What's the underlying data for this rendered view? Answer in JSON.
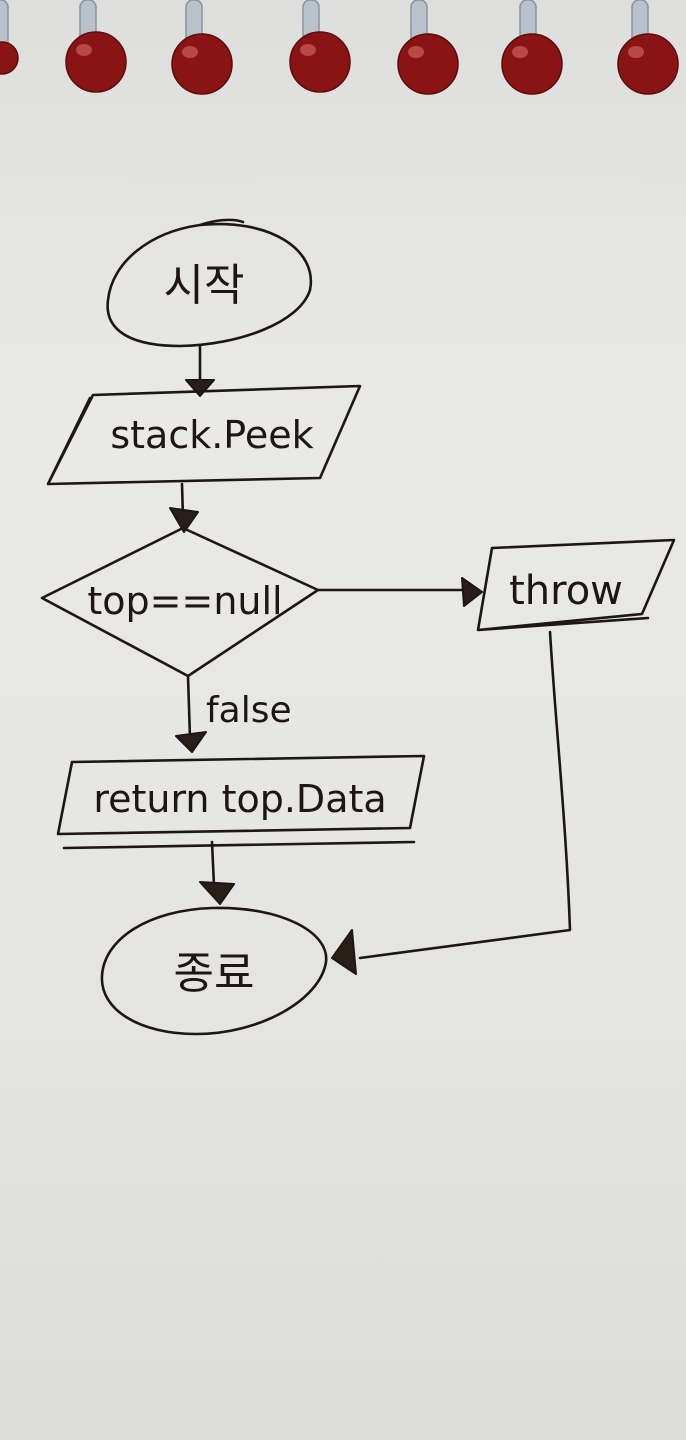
{
  "diagram": {
    "nodes": {
      "start": {
        "label": "시작",
        "shape": "ellipse"
      },
      "peek": {
        "label": "stack.Peek",
        "shape": "parallelogram"
      },
      "decision": {
        "label": "top==null",
        "shape": "diamond"
      },
      "throw": {
        "label": "throw",
        "shape": "parallelogram"
      },
      "return": {
        "label": "return top.Data",
        "shape": "parallelogram"
      },
      "end": {
        "label": "종료",
        "shape": "ellipse"
      }
    },
    "edges": {
      "false_label": "false"
    }
  },
  "colors": {
    "paper": "#e6e6e4",
    "ink": "#1e1612",
    "spiral_bead": "#8a1414"
  }
}
